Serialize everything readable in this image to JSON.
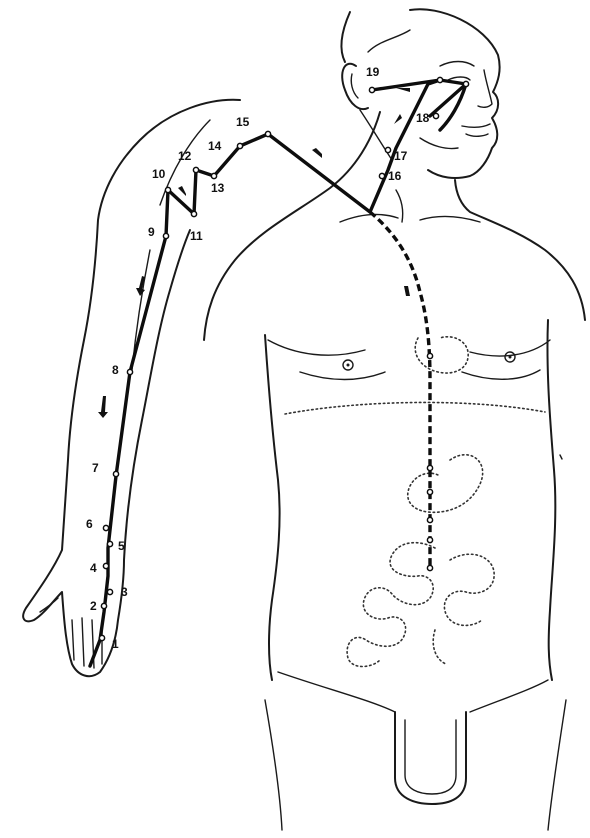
{
  "diagram": {
    "point_labels": [
      "1",
      "2",
      "3",
      "4",
      "5",
      "6",
      "7",
      "8",
      "9",
      "10",
      "11",
      "12",
      "13",
      "14",
      "15",
      "16",
      "17",
      "18",
      "19"
    ]
  }
}
